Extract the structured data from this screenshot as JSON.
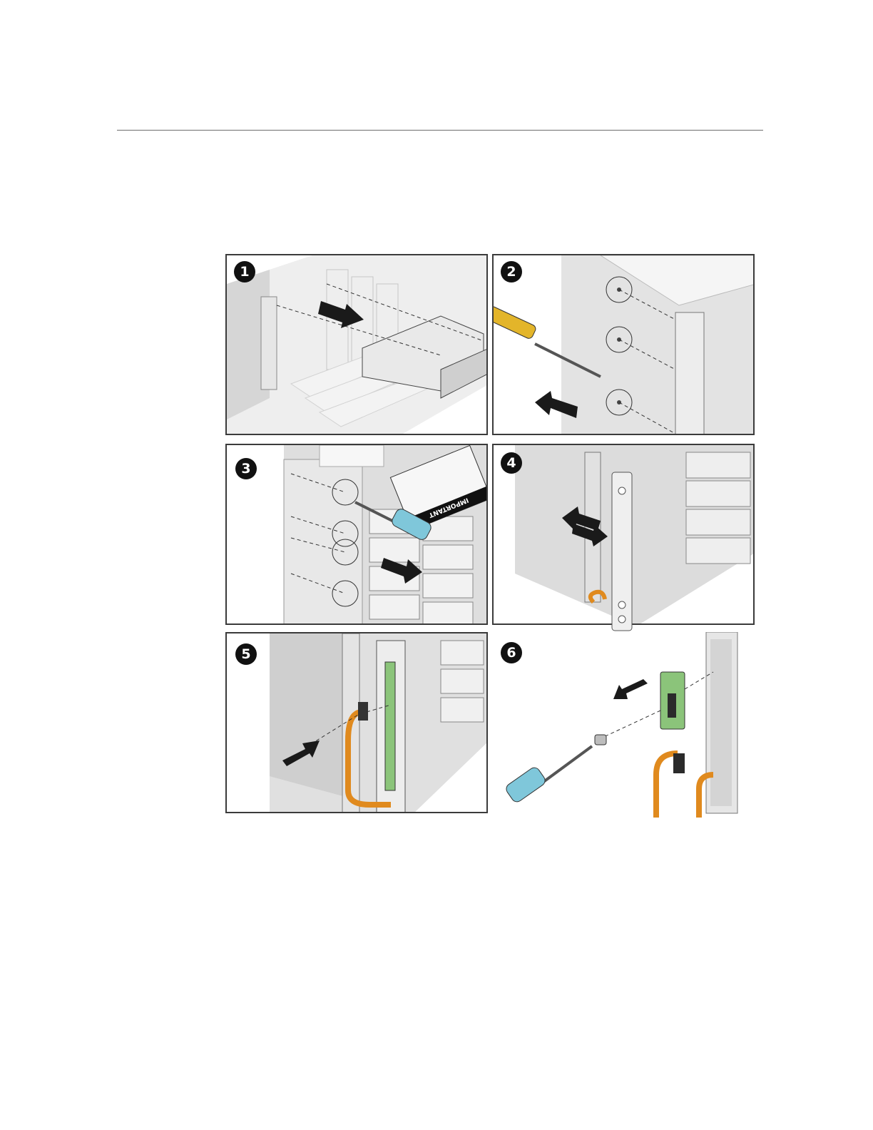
{
  "figure": {
    "steps": [
      {
        "number": "1"
      },
      {
        "number": "2"
      },
      {
        "number": "3",
        "label_text": "IMPORTANT"
      },
      {
        "number": "4"
      },
      {
        "number": "5"
      },
      {
        "number": "6"
      }
    ]
  },
  "colors": {
    "border": "#3b3b3b",
    "chassis": "#d9d9d9",
    "cable": "#e08a1e",
    "screwdriver_yellow": "#e3b52a",
    "screwdriver_blue": "#7fc7da",
    "board": "#8bc47a",
    "arrow": "#1a1a1a"
  }
}
